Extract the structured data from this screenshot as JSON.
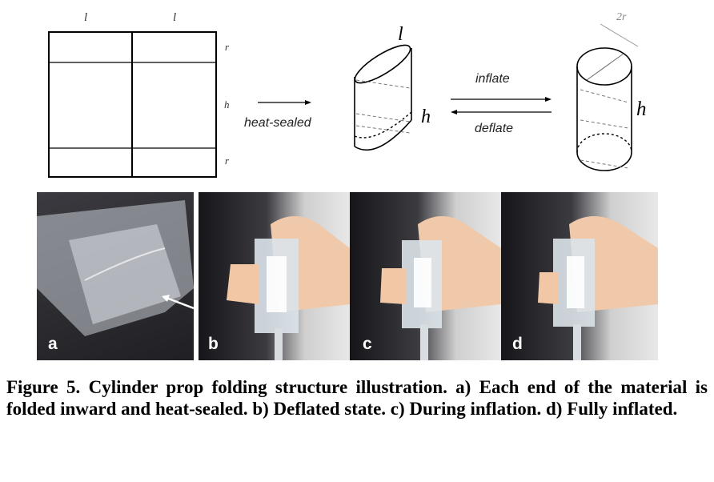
{
  "diagram": {
    "flat_pattern": {
      "top_labels": [
        "l",
        "l"
      ],
      "side_labels": [
        "r",
        "h",
        "r"
      ]
    },
    "process_label": "heat-sealed",
    "sealed_shape_labels": {
      "top": "l",
      "side": "h"
    },
    "inflate_label": "inflate",
    "deflate_label": "deflate",
    "cylinder_labels": {
      "diameter": "2r",
      "side": "h"
    }
  },
  "photos": {
    "panels": [
      {
        "letter": "a",
        "description_icon": "folded-material-photo"
      },
      {
        "letter": "b",
        "description_icon": "deflated-prop-photo"
      },
      {
        "letter": "c",
        "description_icon": "inflating-prop-photo"
      },
      {
        "letter": "d",
        "description_icon": "inflated-prop-photo"
      }
    ]
  },
  "caption": {
    "text": "Figure 5. Cylinder prop folding structure illustration. a) Each end of the material is folded inward and heat-sealed. b) Deflated state. c) During inflation. d) Fully inflated."
  }
}
